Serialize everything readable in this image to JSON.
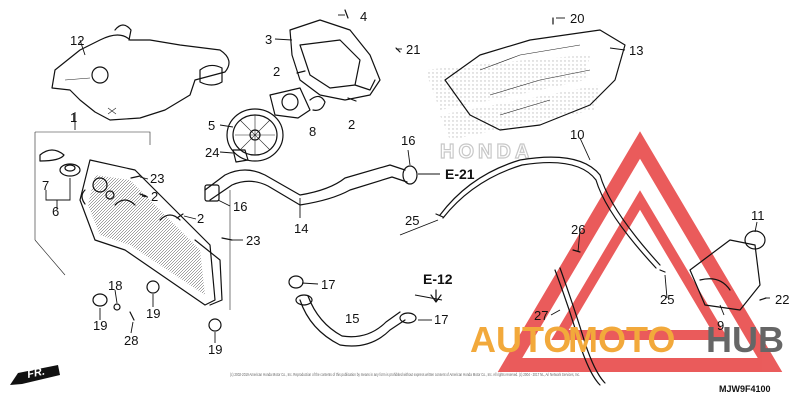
{
  "diagram": {
    "part_numbers": {
      "p1": "1",
      "p2a": "2",
      "p2b": "2",
      "p2c": "2",
      "p2d": "2",
      "p3": "3",
      "p4": "4",
      "p5": "5",
      "p6": "6",
      "p7": "7",
      "p8": "8",
      "p9": "9",
      "p10": "10",
      "p11": "11",
      "p12": "12",
      "p13": "13",
      "p14": "14",
      "p15": "15",
      "p16a": "16",
      "p16b": "16",
      "p17a": "17",
      "p17b": "17",
      "p18": "18",
      "p19a": "19",
      "p19b": "19",
      "p19c": "19",
      "p20": "20",
      "p21": "21",
      "p22": "22",
      "p23a": "23",
      "p23b": "23",
      "p24": "24",
      "p25a": "25",
      "p25b": "25",
      "p26": "26",
      "p27": "27",
      "p28": "28"
    },
    "references": {
      "e21": "E-21",
      "e12": "E-12"
    },
    "direction_label": "FR.",
    "copyright": "(c) 2002-2019 American Honda Motor Co., Inc. Reproduction of the contents of this publication by means in any form is prohibited without express written consent of American Honda Motor Co., Inc. All rights reserved. (c) 2004 - 2017 NL, Ari Network Services, Inc.",
    "diagram_code": "MJW9F4100",
    "brand_letters": "HONDA",
    "watermark": {
      "part1": "AUTO",
      "part2": "MOTO",
      "part3": "HUB"
    }
  },
  "colors": {
    "line": "#111111",
    "watermark_red": "#e84a4a",
    "watermark_orange": "#f2a93b",
    "watermark_gray": "#666666"
  }
}
